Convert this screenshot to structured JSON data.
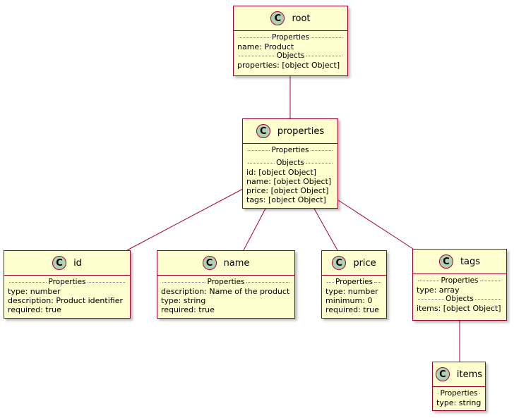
{
  "classes": {
    "root": {
      "name": "root",
      "stereotype_letter": "C",
      "properties_header": "Properties",
      "properties": [
        "name: Product"
      ],
      "objects_header": "Objects",
      "objects": [
        "properties: [object Object]"
      ]
    },
    "properties": {
      "name": "properties",
      "stereotype_letter": "C",
      "properties_header": "Properties",
      "properties": [],
      "objects_header": "Objects",
      "objects": [
        "id: [object Object]",
        "name: [object Object]",
        "price: [object Object]",
        "tags: [object Object]"
      ]
    },
    "id": {
      "name": "id",
      "stereotype_letter": "C",
      "properties_header": "Properties",
      "properties": [
        "type: number",
        "description: Product identifier",
        "required: true"
      ]
    },
    "name": {
      "name": "name",
      "stereotype_letter": "C",
      "properties_header": "Properties",
      "properties": [
        "description: Name of the product",
        "type: string",
        "required: true"
      ]
    },
    "price": {
      "name": "price",
      "stereotype_letter": "C",
      "properties_header": "Properties",
      "properties": [
        "type: number",
        "minimum: 0",
        "required: true"
      ]
    },
    "tags": {
      "name": "tags",
      "stereotype_letter": "C",
      "properties_header": "Properties",
      "properties": [
        "type: array"
      ],
      "objects_header": "Objects",
      "objects": [
        "items: [object Object]"
      ]
    },
    "items": {
      "name": "items",
      "stereotype_letter": "C",
      "properties_header": "Properties",
      "properties": [
        "type: string"
      ]
    }
  },
  "colors": {
    "fill": "#fefece",
    "border": "#a80036",
    "stereotype_circle": "#add1b2",
    "link": "#a80036"
  }
}
